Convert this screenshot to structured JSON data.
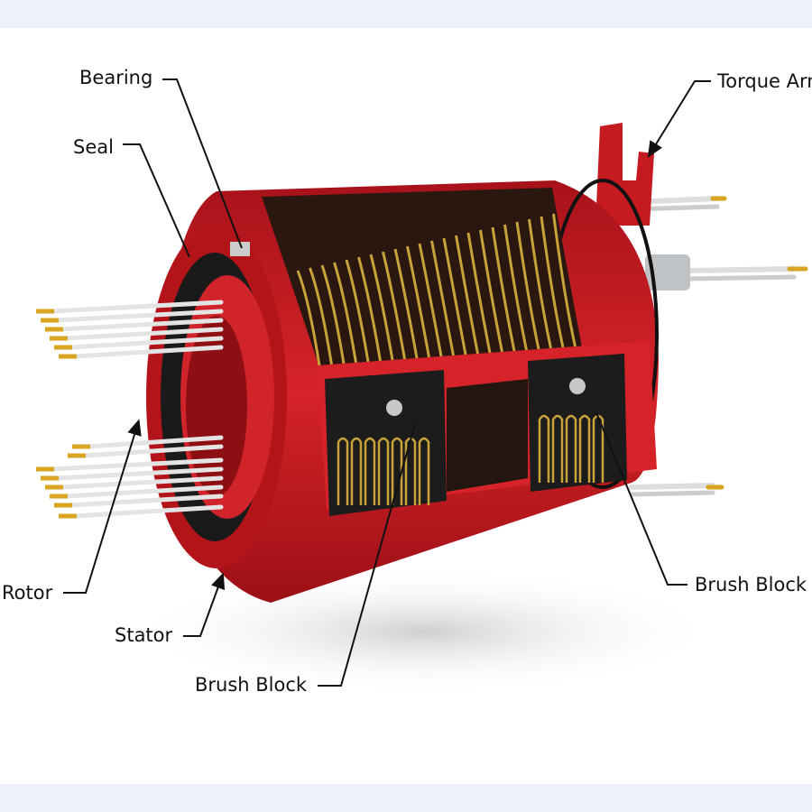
{
  "labels": {
    "bearing": "Bearing",
    "seal": "Seal",
    "torque_arm": "Torque Arm",
    "rotor": "Rotor",
    "stator": "Stator",
    "brush_block_bottom": "Brush Block",
    "brush_block_right": "Brush Block"
  },
  "colors": {
    "band": "#edf2fa",
    "housing_red": "#c8191e",
    "ring_gold": "#c9a23a",
    "brush_black": "#1c1c1c"
  }
}
